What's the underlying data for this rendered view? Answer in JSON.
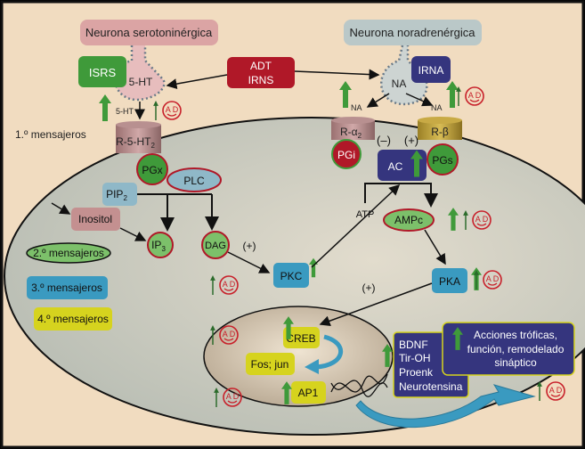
{
  "neurons": {
    "serotonergic": "Neurona serotoninérgica",
    "noradrenergic": "Neurona noradrenérgica"
  },
  "drugs": {
    "isrs": "ISRS",
    "adt": "ADT",
    "irns": "IRNS",
    "irna": "IRNA"
  },
  "transmitters": {
    "ht": "5-HT",
    "ht_small": "5-HT",
    "na": "NA",
    "na_left": "NA",
    "na_right": "NA"
  },
  "receptors": {
    "r5ht2": "R-5-HT",
    "r5ht2_sub": "2",
    "ralpha2": "R-α",
    "ralpha2_sub": "2",
    "rbeta": "R-β"
  },
  "proteins": {
    "pgx": "PGx",
    "plc": "PLC",
    "pip2": "PIP",
    "pip2_sub": "2",
    "inositol": "Inositol",
    "ip3": "IP",
    "ip3_sub": "3",
    "dag": "DAG",
    "pkc": "PKC",
    "pgi": "PGi",
    "ac": "AC",
    "pgs": "PGs",
    "atp": "ATP",
    "ampc": "AMPc",
    "pka": "PKA",
    "creb": "CREB",
    "fosjun": "Fos; jun",
    "ap1": "AP1"
  },
  "signs": {
    "minus": "(–)",
    "plus_ac": "(+)",
    "plus_dag": "(+)",
    "plus_pka": "(+)"
  },
  "legend": {
    "first": "1.º mensajeros",
    "second": "2.º mensajeros",
    "third": "3.º mensajeros",
    "fourth": "4.º mensajeros"
  },
  "genes": [
    "BDNF",
    "Tir-OH",
    "Proenk",
    "Neurotensina"
  ],
  "effects": [
    "Acciones tróficas,",
    "función, remodelado",
    "sináptico"
  ],
  "face_label": "A D",
  "colors": {
    "background": "#f1dcc0",
    "cell": "#c9cbbf",
    "green": "#3f9a3a",
    "red": "#b01828",
    "navy": "#35357e",
    "blue": "#3a9ac0",
    "yellow": "#d6d31e",
    "pink": "#dba4a4"
  }
}
